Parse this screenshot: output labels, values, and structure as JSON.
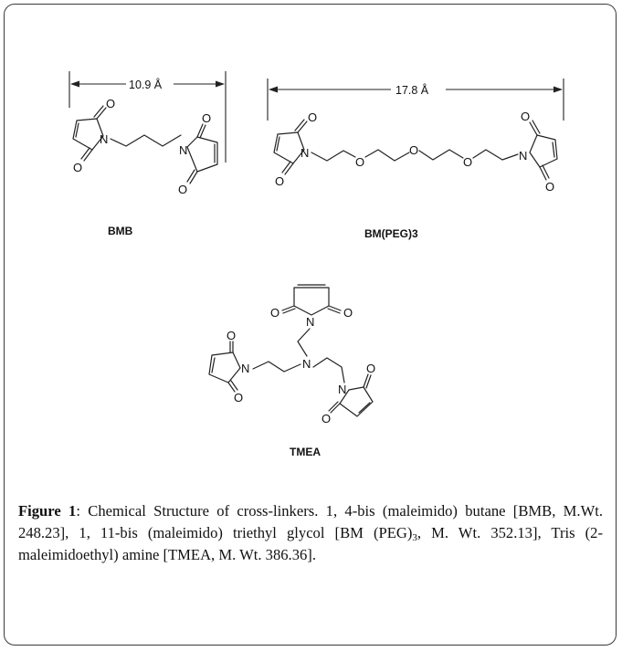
{
  "figure": {
    "dimensions": {
      "bmb": "10.9 Å",
      "bmpeg": "17.8 Å"
    },
    "molecule_names": {
      "bmb": "BMB",
      "bmpeg": "BM(PEG)3",
      "tmea": "TMEA"
    },
    "atoms": {
      "oxygen": "O",
      "nitrogen": "N"
    }
  },
  "caption": {
    "label": "Figure 1",
    "separator": ":",
    "text_1": " Chemical Structure of cross-linkers. 1, 4-bis (maleimido) butane [BMB, M.Wt. 248.23], 1, 11-bis (maleimido) triethyl glycol [BM (PEG)",
    "sub_3": "3",
    "text_2": ", M. Wt. 352.13], Tris (2-maleimidoethyl) amine [TMEA, M. Wt. 386.36]."
  }
}
